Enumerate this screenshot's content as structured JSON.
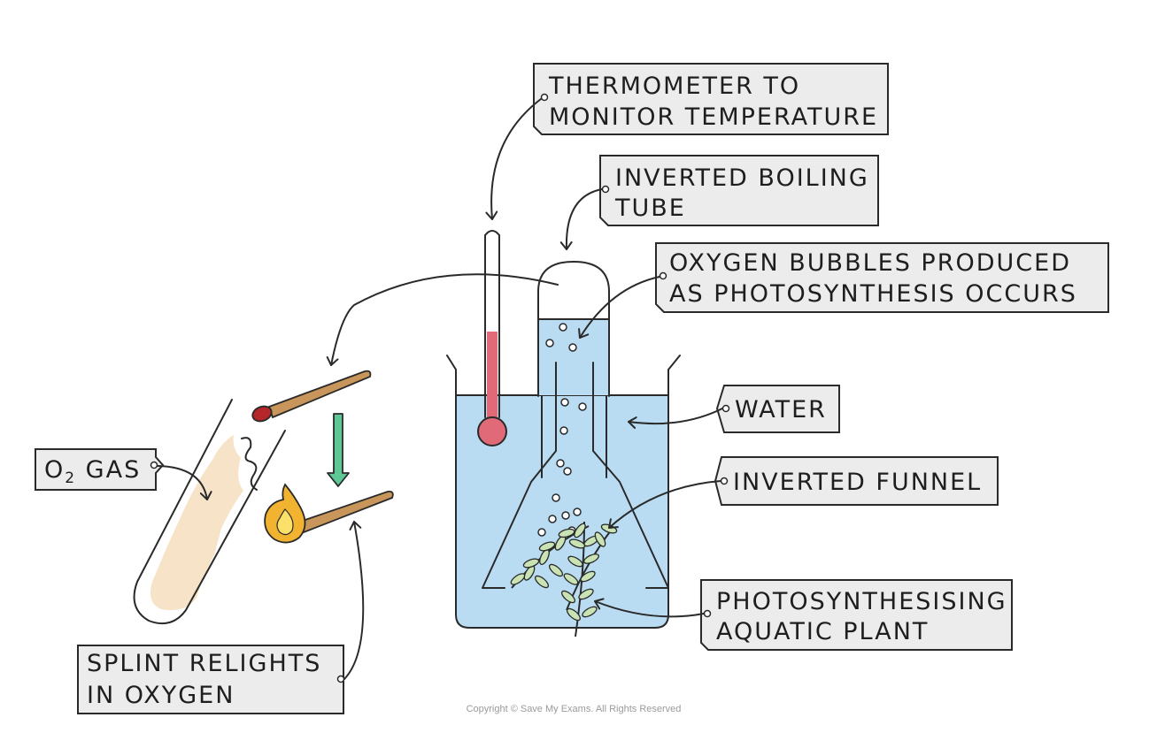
{
  "labels": {
    "thermometer_line1": "THERMOMETER TO",
    "thermometer_line2": "MONITOR TEMPERATURE",
    "boiling_tube_line1": "INVERTED BOILING",
    "boiling_tube_line2": "TUBE",
    "bubbles_line1": "OXYGEN BUBBLES PRODUCED",
    "bubbles_line2": "AS PHOTOSYNTHESIS OCCURS",
    "water": "WATER",
    "funnel": "INVERTED FUNNEL",
    "plant_line1": "PHOTOSYNTHESISING",
    "plant_line2": "AQUATIC PLANT",
    "o2_prefix": "O",
    "o2_subscript": "2",
    "o2_suffix": " GAS",
    "splint_line1": "SPLINT RELIGHTS",
    "splint_line2": "IN OXYGEN"
  },
  "copyright": "Copyright © Save My Exams. All Rights Reserved",
  "colors": {
    "water": "#b9dcf2",
    "label_box": "#ececec",
    "thermometer_liquid": "#e06a78",
    "funnel_arrow": "#5dc895",
    "leaf": "#c9e3b4",
    "match_stick": "#c8955a",
    "match_head": "#b4262a",
    "flame_outer": "#f2b430",
    "flame_inner": "#fbe16a",
    "gas": "#f7e4c8"
  }
}
